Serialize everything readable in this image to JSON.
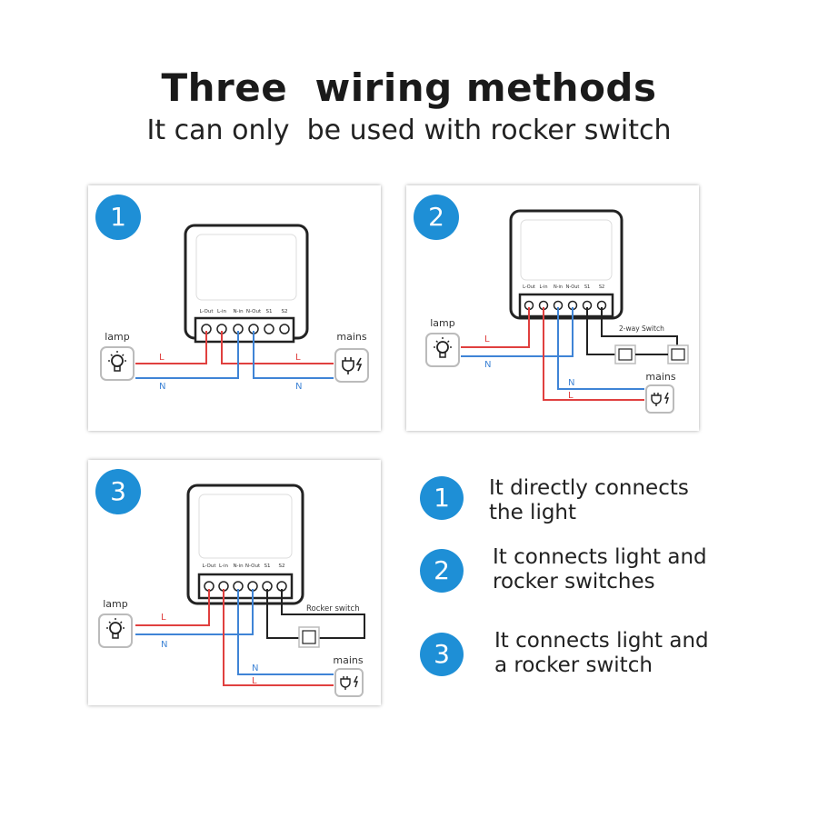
{
  "title": "Three  wiring methods",
  "subtitle": "It can only  be used with rocker switch",
  "terminals": [
    "L-Out",
    "L-in",
    "N-in",
    "N-Out",
    "S1",
    "S2"
  ],
  "panels": [
    {
      "number": "1",
      "lamp_label": "lamp",
      "mains_label": "mains",
      "wire_L": "L",
      "wire_N": "N"
    },
    {
      "number": "2",
      "lamp_label": "lamp",
      "mains_label": "mains",
      "wire_L": "L",
      "wire_N": "N",
      "switch_label": "2-way Switch"
    },
    {
      "number": "3",
      "lamp_label": "lamp",
      "mains_label": "mains",
      "wire_L": "L",
      "wire_N": "N",
      "switch_label": "Rocker switch"
    }
  ],
  "legend": [
    {
      "number": "1",
      "line1": "It directly connects",
      "line2": "the light"
    },
    {
      "number": "2",
      "line1": "It connects light and",
      "line2": "rocker switches"
    },
    {
      "number": "3",
      "line1": "It connects light and",
      "line2": "a rocker switch"
    }
  ],
  "colors": {
    "accent": "#1e8fd6",
    "live_wire": "#e0403f",
    "neutral_wire": "#3f84d6"
  }
}
